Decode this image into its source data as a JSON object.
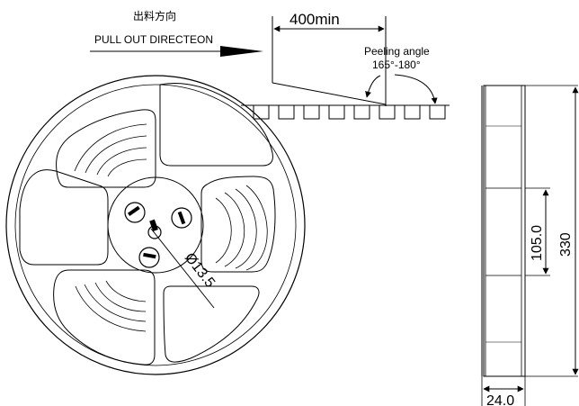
{
  "labels": {
    "chinese_direction": "出料方向",
    "pull_out_direction": "PULL OUT DIRECTEON",
    "min_length": "400min",
    "peeling_angle_title": "Peeling angle",
    "peeling_angle_range": "165°-180°",
    "hub_diameter": "Ø13.5",
    "hub_height": "105.0",
    "reel_diameter": "330",
    "reel_width": "24.0"
  },
  "colors": {
    "line": "#000000",
    "background": "#ffffff"
  }
}
